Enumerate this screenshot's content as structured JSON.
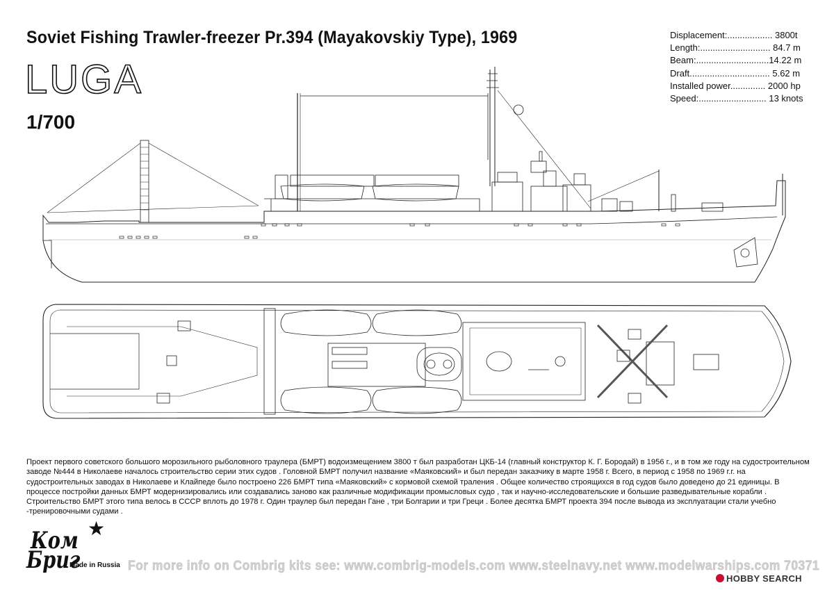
{
  "header": {
    "title": "Soviet Fishing Trawler-freezer Pr.394 (Mayakovskiy Type), 1969",
    "ship_name": "LUGA",
    "scale": "1/700"
  },
  "specs": [
    {
      "text": "Displacement:.................. 3800t"
    },
    {
      "text": "Length:............................ 84.7 m"
    },
    {
      "text": "Beam:.............................14.22 m"
    },
    {
      "text": "Draft................................ 5.62 m"
    },
    {
      "text": "Installed power.............. 2000 hp"
    },
    {
      "text": "Speed:........................... 13 knots"
    }
  ],
  "description": {
    "text": "Проект первого советского большого морозильного рыболовного траулера (БМРТ) водоизмещением 3800 т был разработан ЦКБ-14 (главный конструктор К. Г. Бородай) в 1956 г., и в том же году на судостроительном заводе №444 в Николаеве началось строительство серии этих судов . Головной БМРТ получил название «Маяковский» и был передан заказчику в марте 1958 г. Всего, в период с 1958 по 1969 г.г. на судостроительных заводах в Николаеве и Клайпеде было построено 226 БМРТ типа «Маяковский» с кормовой схемой траления . Общее количество строящихся в год судов было доведено до 21 единицы. В процессе постройки данных БМРТ модернизировались или создавались заново как различные модификации промысловых судо , так и научно-исследовательские и большие разведывательные корабли . Строительство БМРТ этого типа велось в СССР вплоть до 1978 г. Один траулер был передан Гане , три Болгарии и три Греци . Более десятка БМРТ проекта 394 после вывода из эксплуатации стали учебно -тренировочными судами ."
  },
  "footer": {
    "text": "For more info on Combrig kits see: www.combrig-models.com www.steelnavy.net www.modelwarships.com 70371"
  },
  "logo": {
    "line1": "Ком",
    "line2": "Бриг",
    "made_in": "Made in Russia"
  },
  "watermark": {
    "text": "HOBBY SEARCH"
  }
}
